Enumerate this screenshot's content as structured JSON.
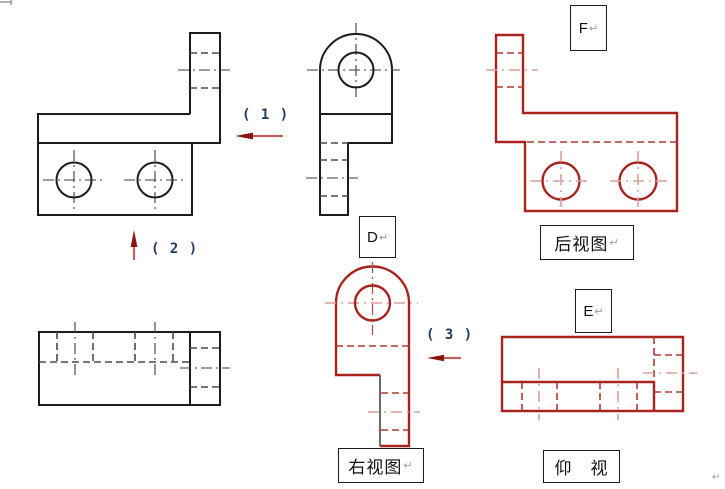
{
  "document": {
    "background": "#ffffff"
  },
  "colors": {
    "black_line": "#1c1c1c",
    "black_dash": "#4a4a4a",
    "black_center": "#3c3c3c",
    "red_line": "#a8231d",
    "red_dash": "#b03a30",
    "red_center": "#dc9f9a",
    "red_center_dark": "#b0554e",
    "navy_text": "#1f3864",
    "arrow_head": "#8e1410",
    "arrow_tail": "#c1625c",
    "gray_mark": "#9a9a9a",
    "box_border": "#1a1a1a"
  },
  "annotations": {
    "tag1": "( 1 )",
    "tag2": "( 2 )",
    "tag3": "( 3 )"
  },
  "answer_boxes": {
    "f": "F",
    "d": "D",
    "e": "E"
  },
  "view_labels": {
    "rear": "后视图",
    "right": "右视图",
    "bottom": "仰　视"
  },
  "marks": {
    "return": "↵"
  }
}
